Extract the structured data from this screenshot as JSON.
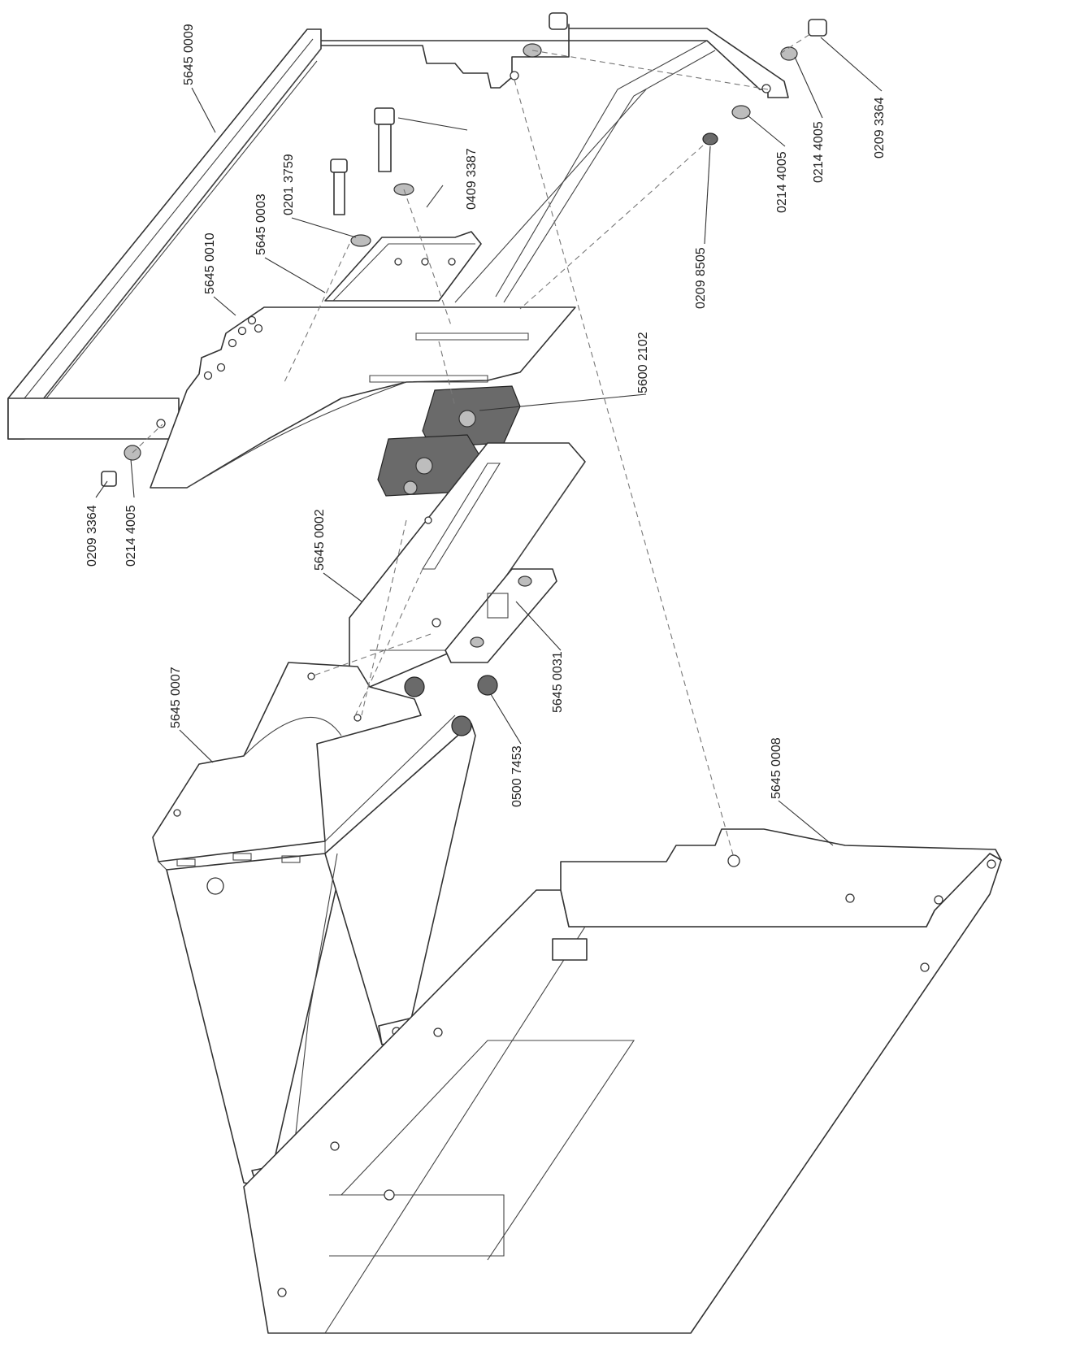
{
  "part_labels": [
    {
      "key": "p1",
      "text": "5645 0009"
    },
    {
      "key": "p2",
      "text": "0409 3387"
    },
    {
      "key": "p3",
      "text": "0201 3759"
    },
    {
      "key": "p4",
      "text": "5645 0003"
    },
    {
      "key": "p5",
      "text": "5645 0010"
    },
    {
      "key": "p6",
      "text": "0209 8505"
    },
    {
      "key": "p7",
      "text": "0214 4005"
    },
    {
      "key": "p8",
      "text": "0214 4005"
    },
    {
      "key": "p9",
      "text": "0209 3364"
    },
    {
      "key": "p10",
      "text": "5600 2102"
    },
    {
      "key": "p11",
      "text": "0209 3364"
    },
    {
      "key": "p12",
      "text": "0214 4005"
    },
    {
      "key": "p13",
      "text": "5645 0002"
    },
    {
      "key": "p14",
      "text": "5645 0007"
    },
    {
      "key": "p15",
      "text": "5645 0031"
    },
    {
      "key": "p16",
      "text": "0500 7453"
    },
    {
      "key": "p17",
      "text": "5645 0008"
    }
  ]
}
